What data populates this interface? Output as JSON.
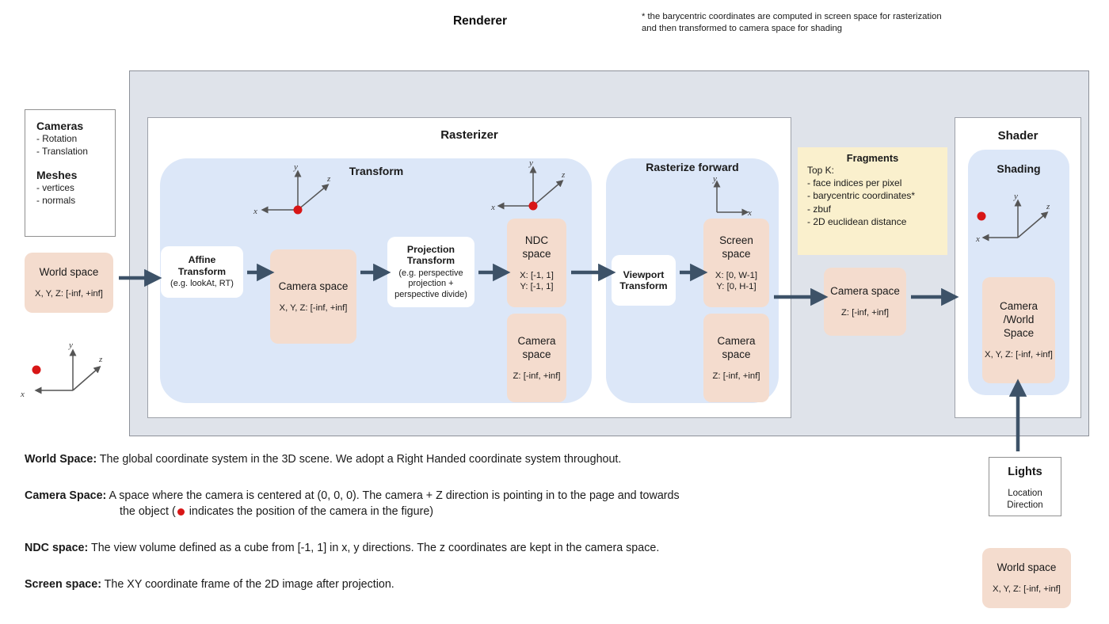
{
  "renderer": {
    "title": "Renderer",
    "footnote": "* the barycentric coordinates are computed in screen space for rasterization and then transformed to camera space for shading"
  },
  "inputs": {
    "cameras_heading": "Cameras",
    "cameras_items": [
      "- Rotation",
      "- Translation"
    ],
    "meshes_heading": "Meshes",
    "meshes_items": [
      "- vertices",
      "- normals"
    ]
  },
  "world_space_input": {
    "title": "World space",
    "range": "X, Y, Z: [-inf, +inf]"
  },
  "rasterizer": {
    "title": "Rasterizer",
    "transform": {
      "title": "Transform",
      "affine": {
        "title": "Affine\nTransform",
        "sub": "(e.g. lookAt, RT)"
      },
      "camera_space": {
        "title": "Camera space",
        "range": "X, Y, Z: [-inf, +inf]"
      },
      "projection": {
        "title": "Projection\nTransform",
        "sub": "(e.g. perspective\nprojection +\nperspective divide)"
      },
      "ndc": {
        "title": "NDC\nspace",
        "range": "X: [-1, 1]\nY: [-1, 1]"
      },
      "ndc_camera": {
        "title": "Camera\nspace",
        "range": "Z: [-inf, +inf]"
      }
    },
    "rasterize_forward": {
      "title": "Rasterize forward",
      "viewport": {
        "title": "Viewport\nTransform"
      },
      "screen": {
        "title": "Screen\nspace",
        "range": "X: [0, W-1]\nY: [0,  H-1]"
      },
      "screen_camera": {
        "title": "Camera\nspace",
        "range": "Z: [-inf, +inf]"
      }
    }
  },
  "fragments": {
    "title": "Fragments",
    "items": "Top K:\n- face indices per pixel\n- barycentric coordinates*\n- zbuf\n- 2D euclidean distance"
  },
  "fragments_camera_space": {
    "title": "Camera space",
    "range": "Z: [-inf, +inf]"
  },
  "shader": {
    "title": "Shader",
    "shading_title": "Shading",
    "camera_world": {
      "title": "Camera\n/World\nSpace",
      "range": "X, Y, Z: [-inf, +inf]"
    }
  },
  "lights": {
    "title": "Lights",
    "items": "Location\nDirection"
  },
  "world_space_light": {
    "title": "World space",
    "range": "X, Y, Z: [-inf, +inf]"
  },
  "axes": {
    "x": "x",
    "y": "y",
    "z": "z"
  },
  "legend": {
    "world_term": "World Space:",
    "world_text": " The global coordinate system in the 3D scene. We adopt a Right Handed coordinate system throughout.",
    "camera_term": "Camera Space:",
    "camera_text": " A space where the camera is centered at (0, 0, 0). The camera + Z direction is pointing in to the page and towards",
    "camera_text2a": "the object (",
    "camera_text2b": " indicates the position of the camera in the figure)",
    "ndc_term": "NDC space:",
    "ndc_text": " The view volume defined as a cube from [-1, 1] in x, y directions. The z coordinates are kept in the camera space.",
    "screen_term": "Screen space:",
    "screen_text": " The XY coordinate frame of the 2D image after projection."
  },
  "colors": {
    "panel_gray": "#dfe3ea",
    "panel_blue": "#dce7f8",
    "data_salmon": "#f4dcce",
    "fragments_yellow": "#faf0cd",
    "arrow": "#3d5268",
    "camera_dot": "#d81616"
  }
}
